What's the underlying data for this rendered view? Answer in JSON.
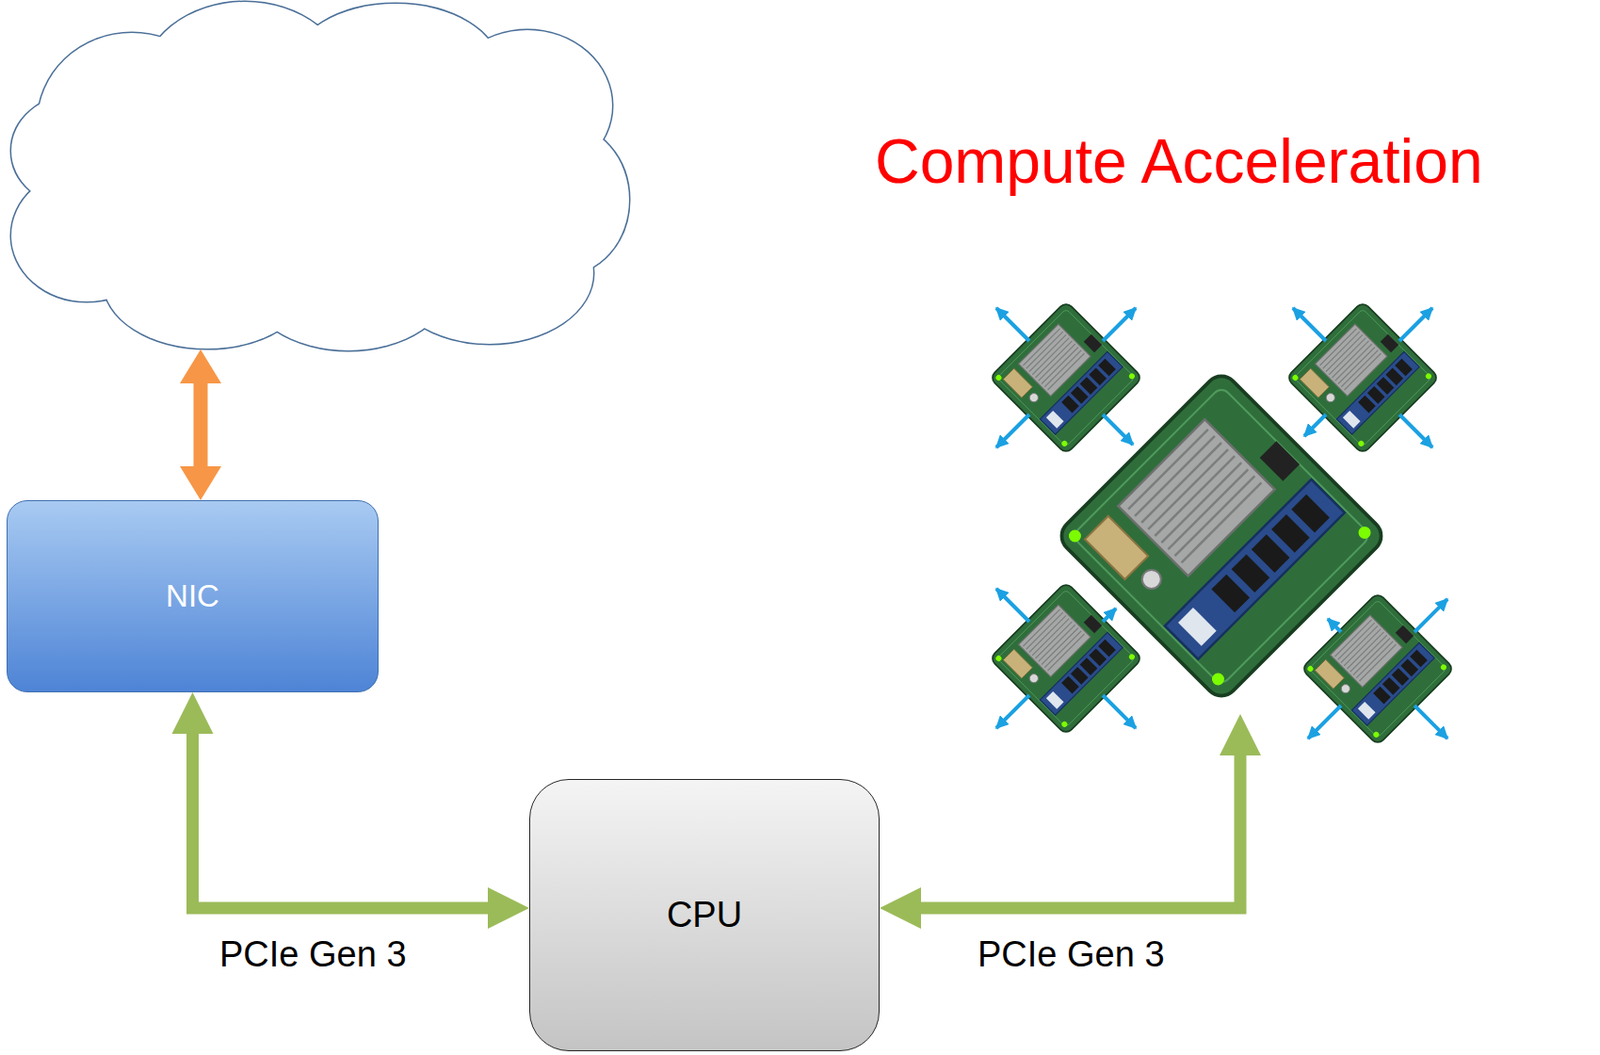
{
  "diagram": {
    "title": "Compute Acceleration",
    "nodes": [
      {
        "text": [
          "NIC"
        ]
      },
      {
        "text": [
          "CPU"
        ]
      }
    ],
    "edges": [
      {
        "from": 0,
        "to": 1,
        "arrow": "both"
      }
    ],
    "labels": [
      "PCIe Gen 3",
      "PCIe Gen 3"
    ]
  }
}
